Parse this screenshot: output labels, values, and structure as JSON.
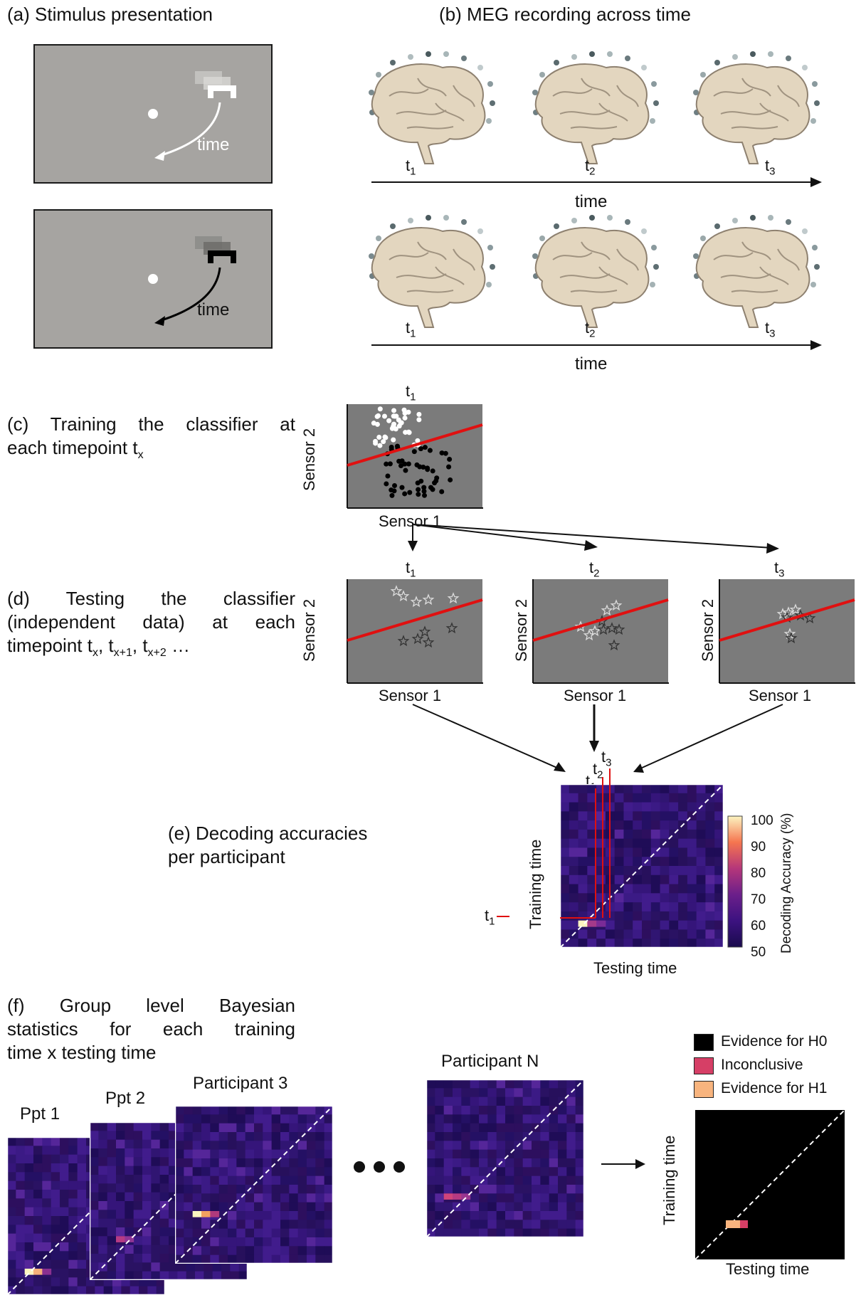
{
  "panels": {
    "a": {
      "title": "(a) Stimulus presentation",
      "time_label": "time"
    },
    "b": {
      "title": "(b) MEG recording across time",
      "axis_label": "time",
      "tick_base": "t",
      "ticks": [
        "1",
        "2",
        "3"
      ]
    },
    "c": {
      "line1": "(c) Training the classifier at",
      "line2_pre": "each timepoint t",
      "line2_sub": "x",
      "top_label_base": "t",
      "top_label_sub": "1",
      "ylabel": "Sensor 2",
      "xlabel": "Sensor 1"
    },
    "d": {
      "line1": "(d) Testing the classifier",
      "line2": "(independent data) at each",
      "line3_pre": "timepoint t",
      "sub_x": "x",
      "sep": ", t",
      "sub_x1": "x+1",
      "sub_x2": "x+2",
      "ellipsis": " …",
      "plots": [
        {
          "t": "t",
          "sub": "1"
        },
        {
          "t": "t",
          "sub": "2"
        },
        {
          "t": "t",
          "sub": "3"
        }
      ],
      "ylabel": "Sensor 2",
      "xlabel": "Sensor 1"
    },
    "e": {
      "line1": "(e) Decoding accuracies",
      "line2": "per participant",
      "ylabel": "Training time",
      "xlabel": "Testing time",
      "marker_base": "t",
      "marker_sub": "1",
      "top_markers": [
        {
          "t": "t",
          "sub": "1"
        },
        {
          "t": "t",
          "sub": "2"
        },
        {
          "t": "t",
          "sub": "3"
        }
      ],
      "colorbar_label": "Decoding Accuracy (%)",
      "colorbar_ticks": [
        "100",
        "90",
        "80",
        "70",
        "60",
        "50"
      ]
    },
    "f": {
      "line1": "(f) Group level Bayesian",
      "line2": "statistics for each training",
      "line3": "time x testing time",
      "participants": [
        "Ppt 1",
        "Ppt 2",
        "Participant 3",
        "Participant N"
      ],
      "legend": [
        {
          "label": "Evidence for H0",
          "color": "#000000"
        },
        {
          "label": "Inconclusive",
          "color": "#d63f66"
        },
        {
          "label": "Evidence for H1",
          "color": "#f8b47e"
        }
      ],
      "ylabel": "Training time",
      "xlabel": "Testing time"
    }
  },
  "colors": {
    "classifier_line": "#e01010",
    "stim_background": "#a6a4a1",
    "scatter_background": "#7b7b7b",
    "heat_base": "#2a1263"
  }
}
